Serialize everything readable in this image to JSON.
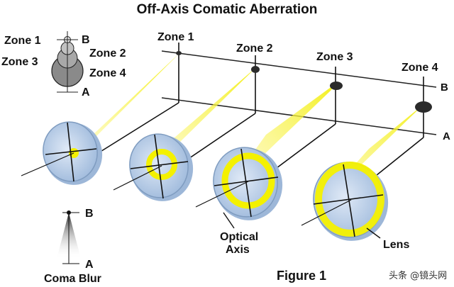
{
  "title": "Off-Axis Comatic Aberration",
  "figure_label": "Figure 1",
  "watermark": "头条 @镜头网",
  "colors": {
    "beam": "#f5f200",
    "beam_glow": "#fbf6a8",
    "lens_glass": "#b9cfe8",
    "lens_edge": "#7f9cc0",
    "spot": "#333333"
  },
  "legend_zones": {
    "zone1": "Zone 1",
    "zone2": "Zone 2",
    "zone3": "Zone 3",
    "zone4": "Zone 4",
    "point_b": "B",
    "point_a": "A"
  },
  "coma_blur": {
    "label": "Coma Blur",
    "point_b": "B",
    "point_a": "A"
  },
  "beam_labels": [
    "Zone 1",
    "Zone 2",
    "Zone 3",
    "Zone 4"
  ],
  "axis_labels": {
    "line_b": "B",
    "line_a": "A"
  },
  "callouts": {
    "optical_axis_line1": "Optical",
    "optical_axis_line2": "Axis",
    "lens": "Lens"
  }
}
